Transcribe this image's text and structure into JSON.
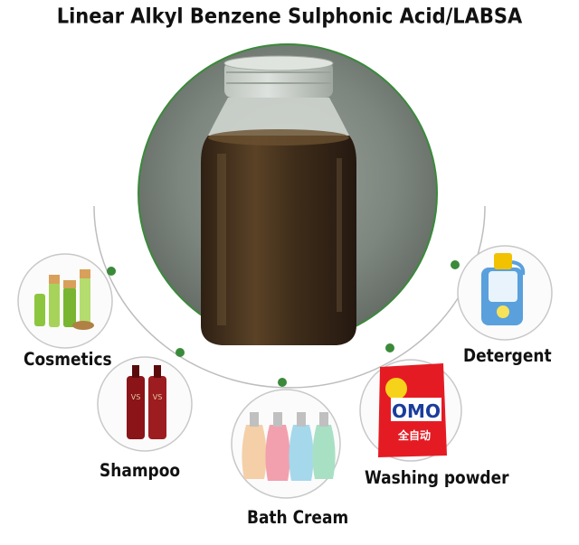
{
  "title": "Linear Alkyl Benzene Sulphonic Acid/LABSA",
  "applications": {
    "cosmetics": "Cosmetics",
    "shampoo": "Shampoo",
    "bath_cream": "Bath Cream",
    "washing_powder": "Washing powder",
    "detergent": "Detergent"
  },
  "package_text": {
    "omo_brand": "OMO",
    "omo_sub": "全自动"
  },
  "colors": {
    "accent_green": "#3a8a3a",
    "liquid_brown": "#4a3520",
    "circle_border": "#bfbfbf"
  }
}
